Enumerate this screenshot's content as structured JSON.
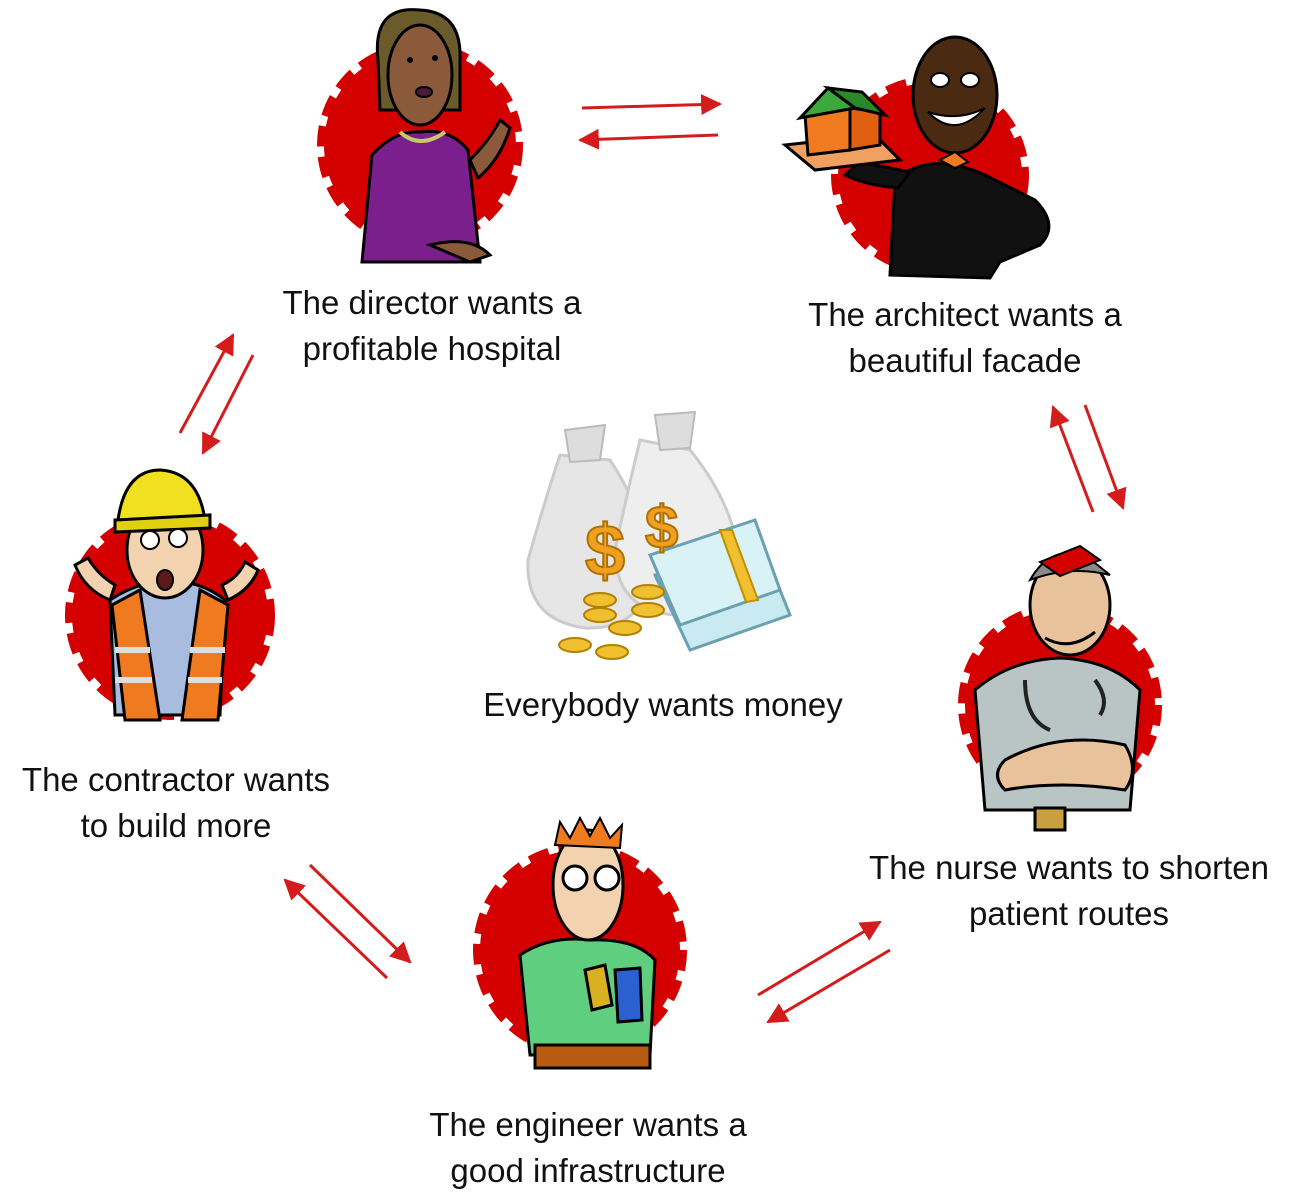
{
  "colors": {
    "arrow": "#d41c1c",
    "badge": "#d40000",
    "text": "#111111"
  },
  "center": {
    "caption": "Everybody wants money",
    "icon": "money-bags-icon"
  },
  "roles": [
    {
      "id": "director",
      "line1": "The director wants a",
      "line2": "profitable hospital",
      "icon": "director-person-icon",
      "shirt": "#7a1f8c"
    },
    {
      "id": "architect",
      "line1": "The architect wants a",
      "line2": "beautiful facade",
      "icon": "architect-person-icon",
      "shirt": "#111111"
    },
    {
      "id": "nurse",
      "line1": "The nurse wants to shorten",
      "line2": "patient routes",
      "icon": "nurse-person-icon",
      "shirt": "#b9c4c4"
    },
    {
      "id": "engineer",
      "line1": "The engineer wants a",
      "line2": "good infrastructure",
      "icon": "engineer-person-icon",
      "shirt": "#5fcf7f"
    },
    {
      "id": "contractor",
      "line1": "The contractor wants",
      "line2": "to build more",
      "icon": "contractor-person-icon",
      "shirt": "#f07a20"
    }
  ]
}
